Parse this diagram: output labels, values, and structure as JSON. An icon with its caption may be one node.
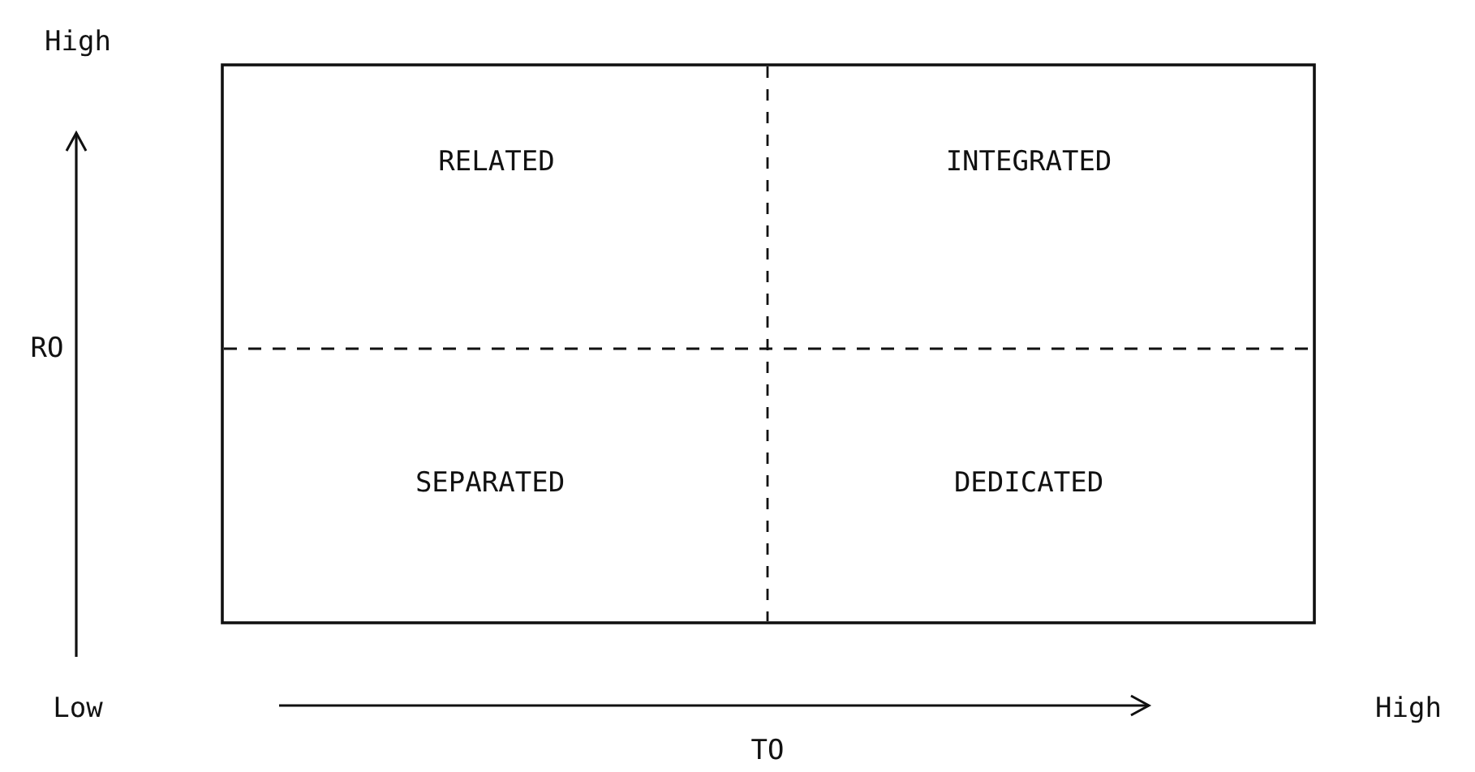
{
  "diagram": {
    "labels": [
      "High",
      "RELATED",
      "INTEGRATED",
      "RO",
      "SEPARATED",
      "DEDICATED",
      "Low",
      "High",
      "TO"
    ]
  }
}
